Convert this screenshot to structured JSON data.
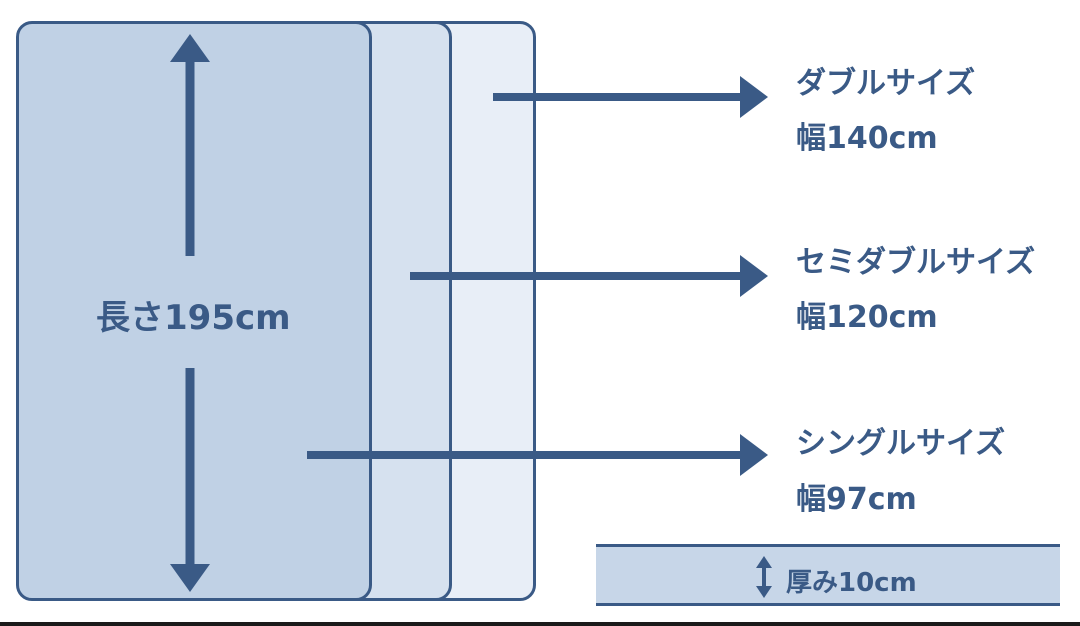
{
  "length": {
    "label": "長さ195cm"
  },
  "sizes": [
    {
      "name": "ダブルサイズ",
      "width": "幅140cm"
    },
    {
      "name": "セミダブルサイズ",
      "width": "幅120cm"
    },
    {
      "name": "シングルサイズ",
      "width": "幅97cm"
    }
  ],
  "thickness": {
    "label": "厚み10cm"
  },
  "colors": {
    "accent": "#3a5a86",
    "panel_double": "#e8eef7",
    "panel_semi": "#d6e1ef",
    "panel_single": "#c0d1e5"
  },
  "icons": {
    "length_arrow": "double-vertical-arrow-icon",
    "thickness_arrow": "up-down-arrow-icon",
    "pointer_arrow": "right-arrow-icon"
  }
}
